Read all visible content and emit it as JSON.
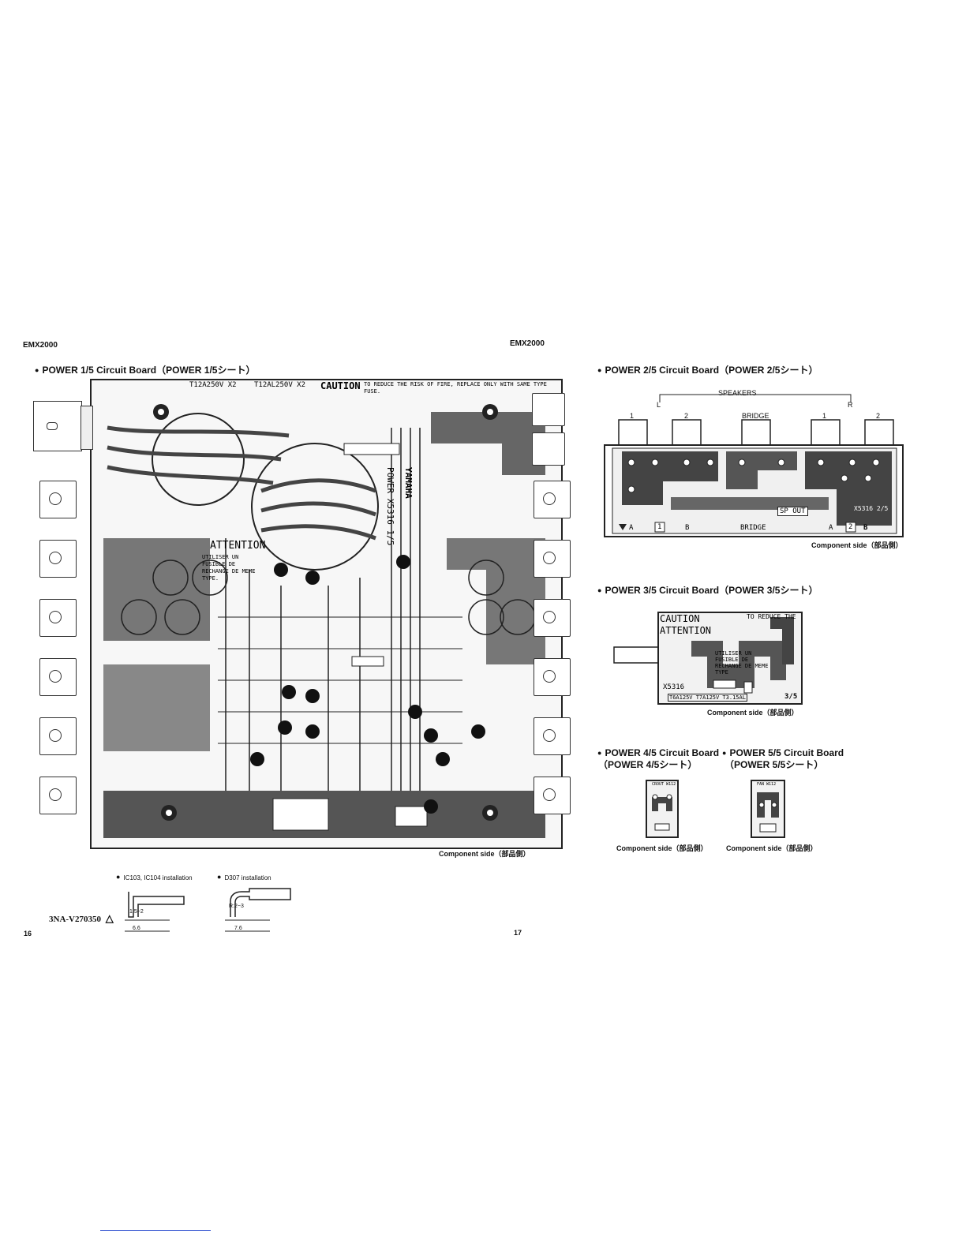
{
  "header": {
    "left_model": "EMX2000",
    "right_model": "EMX2000"
  },
  "board1": {
    "title": "POWER 1/5 Circuit Board（POWER 1/5シート）",
    "caption": "Component side（部品側）",
    "pcb_text": {
      "caution": "CAUTION",
      "caution_rest": "TO REDUCE THE RISK OF FIRE, REPLACE ONLY WITH SAME TYPE FUSE.",
      "fuse1": "T12A250V X2",
      "fuse2": "T12AL250V X2",
      "attention": "ATTENTION",
      "attention_rest": "UTILISER UN FUSIBLE DE RECHANGE DE MEME TYPE.",
      "board_id": "POWER X5316 1/5",
      "brand": "YAMAHA"
    }
  },
  "board2": {
    "title": "POWER 2/5 Circuit Board（POWER 2/5シート）",
    "caption": "Component side（部品側）",
    "speakers_label": "SPEAKERS",
    "left_label": "L",
    "right_label": "R",
    "jack_labels": [
      "1",
      "2",
      "BRIDGE",
      "1",
      "2"
    ],
    "bottom_labels": [
      "A",
      "1",
      "B",
      "BRIDGE",
      "A",
      "2",
      "B"
    ],
    "pcb_id": "X5316 2/5",
    "sp_out": "SP OUT"
  },
  "board3": {
    "title": "POWER 3/5 Circuit Board（POWER 3/5シート）",
    "caption": "Component side（部品側）",
    "caution": "CAUTION",
    "attention": "ATTENTION",
    "caution_rest": "TO REDUCE THE",
    "utiliser": "UTILISER UN FUSIBLE DE RECHANGE DE MEME TYPE",
    "id": "X5316",
    "fuse": "T6A125V T7A125V T3.15AL",
    "part": "3/5"
  },
  "board4": {
    "title_line1": "POWER 4/5 Circuit Board",
    "title_line2": "（POWER 4/5シート）",
    "caption": "Component side（部品側）",
    "label": "CROUT W112"
  },
  "board5": {
    "title_line1": "POWER 5/5 Circuit Board",
    "title_line2": "（POWER 5/5シート）",
    "caption": "Component side（部品側）",
    "label": "FAN W112"
  },
  "install": {
    "ic_label": "IC103, IC104 installation",
    "d_label": "D307 installation",
    "ic_dim1": "1.5~2",
    "ic_dim2": "6.6",
    "d_dim1": "R:2~3",
    "d_dim2": "7.6"
  },
  "footer": {
    "doc_code": "3NA-V270350",
    "page_left": "16",
    "page_right": "17"
  }
}
